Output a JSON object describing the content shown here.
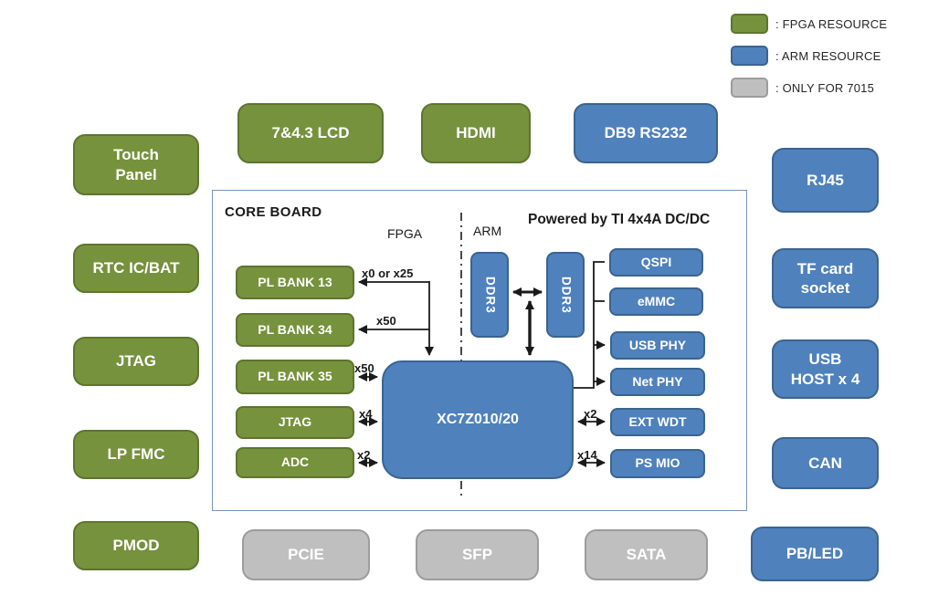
{
  "legend": [
    {
      "label": ": FPGA RESOURCE",
      "color": "#76923C"
    },
    {
      "label": ": ARM RESOURCE",
      "color": "#4F81BD"
    },
    {
      "label": ": ONLY FOR 7015",
      "color": "#BFBFBF"
    }
  ],
  "peripherals": {
    "touch_panel": "Touch\nPanel",
    "lcd": "7&4.3 LCD",
    "hdmi": "HDMI",
    "db9_rs232": "DB9 RS232",
    "rj45": "RJ45",
    "rtc": "RTC IC/BAT",
    "tf_card": "TF card\nsocket",
    "jtag": "JTAG",
    "usb_host": "USB\nHOST x 4",
    "lp_fmc": "LP FMC",
    "can": "CAN",
    "pmod": "PMOD",
    "pcie": "PCIE",
    "sfp": "SFP",
    "sata": "SATA",
    "pb_led": "PB/LED"
  },
  "core_board": {
    "title": "CORE BOARD",
    "fpga_label": "FPGA",
    "arm_label": "ARM",
    "power_note": "Powered by TI 4x4A DC/DC",
    "chip": "XC7Z010/20",
    "fpga_blocks": [
      "PL BANK 13",
      "PL BANK 34",
      "PL BANK 35",
      "JTAG",
      "ADC"
    ],
    "ddr_blocks": [
      "DDR3",
      "DDR3"
    ],
    "ps_blocks": [
      "QSPI",
      "eMMC",
      "USB PHY",
      "Net PHY",
      "EXT WDT",
      "PS MIO"
    ],
    "bus_labels": {
      "pl_bank_13": "x0 or x25",
      "pl_bank_34": "x50",
      "pl_bank_35": "x50",
      "jtag": "x4",
      "adc": "x2",
      "ext_wdt": "x2",
      "ps_mio": "x14"
    }
  }
}
